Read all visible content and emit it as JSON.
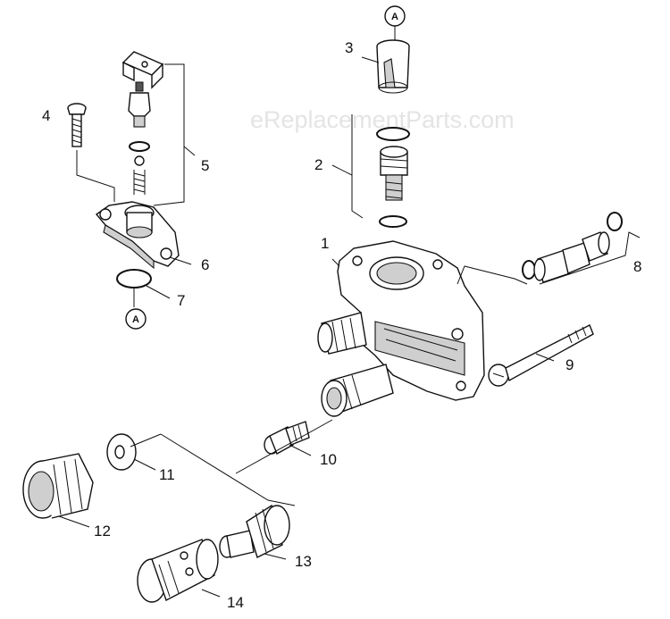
{
  "watermark": "eReplacementParts.com",
  "callouts": {
    "c1": "1",
    "c2": "2",
    "c3": "3",
    "c4": "4",
    "c5": "5",
    "c6": "6",
    "c7": "7",
    "c8": "8",
    "c9": "9",
    "c10": "10",
    "c11": "11",
    "c12": "12",
    "c13": "13",
    "c14": "14"
  },
  "refs": {
    "top": "A",
    "bottom": "A"
  }
}
